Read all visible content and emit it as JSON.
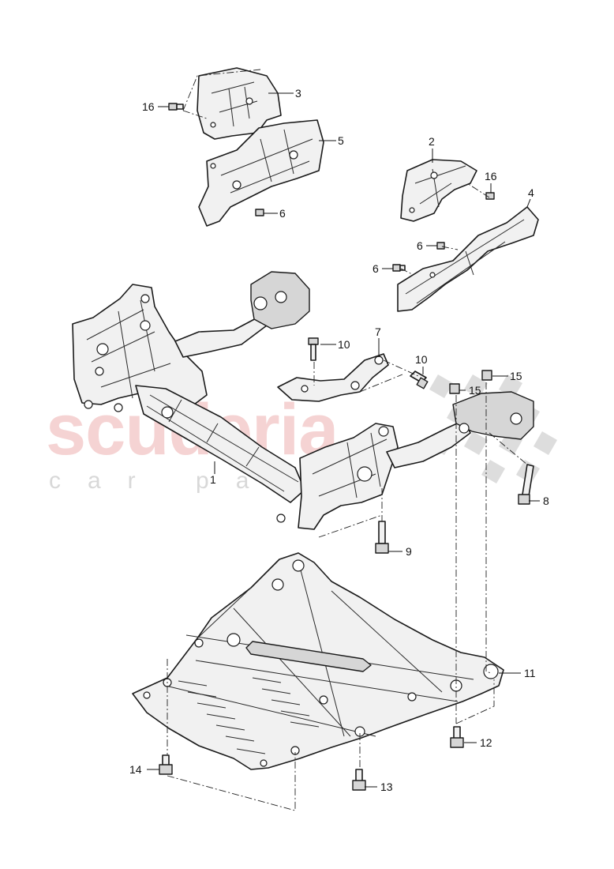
{
  "watermark": {
    "brand": "scuderia",
    "tagline": "car parts"
  },
  "callouts": {
    "c1": "1",
    "c2": "2",
    "c3": "3",
    "c4": "4",
    "c5": "5",
    "c6a": "6",
    "c6b": "6",
    "c6c": "6",
    "c7": "7",
    "c8": "8",
    "c9": "9",
    "c10a": "10",
    "c10b": "10",
    "c11": "11",
    "c12": "12",
    "c13": "13",
    "c14": "14",
    "c15a": "15",
    "c15b": "15",
    "c16a": "16",
    "c16b": "16"
  }
}
